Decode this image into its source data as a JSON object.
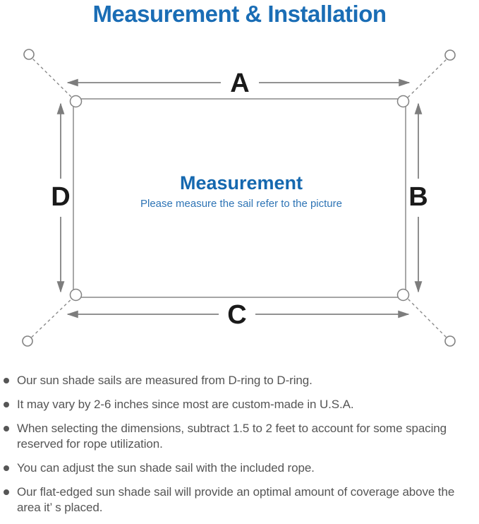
{
  "header": {
    "title": "Measurement & Installation",
    "title_color": "#1a6db5"
  },
  "diagram": {
    "labels": {
      "top": "A",
      "right": "B",
      "bottom": "C",
      "left": "D"
    },
    "center_title": "Measurement",
    "center_subtitle": "Please measure the sail refer to the picture",
    "center_title_color": "#1568af",
    "center_subtitle_color": "#2e74b5",
    "label_color": "#1a1a1a",
    "line_color": "#999999",
    "arrow_color": "#7d7d7d"
  },
  "notes": {
    "text_color": "#555555",
    "items": [
      "Our sun shade sails are measured from D-ring to D-ring.",
      "It may vary by 2-6 inches since most are custom-made in U.S.A.",
      "When selecting the dimensions, subtract 1.5 to 2 feet to account for some spacing reserved for rope utilization.",
      "You can adjust the sun shade sail with the included rope.",
      "Our flat-edged sun shade sail will provide an optimal amount of coverage above the area it’ s placed."
    ]
  }
}
